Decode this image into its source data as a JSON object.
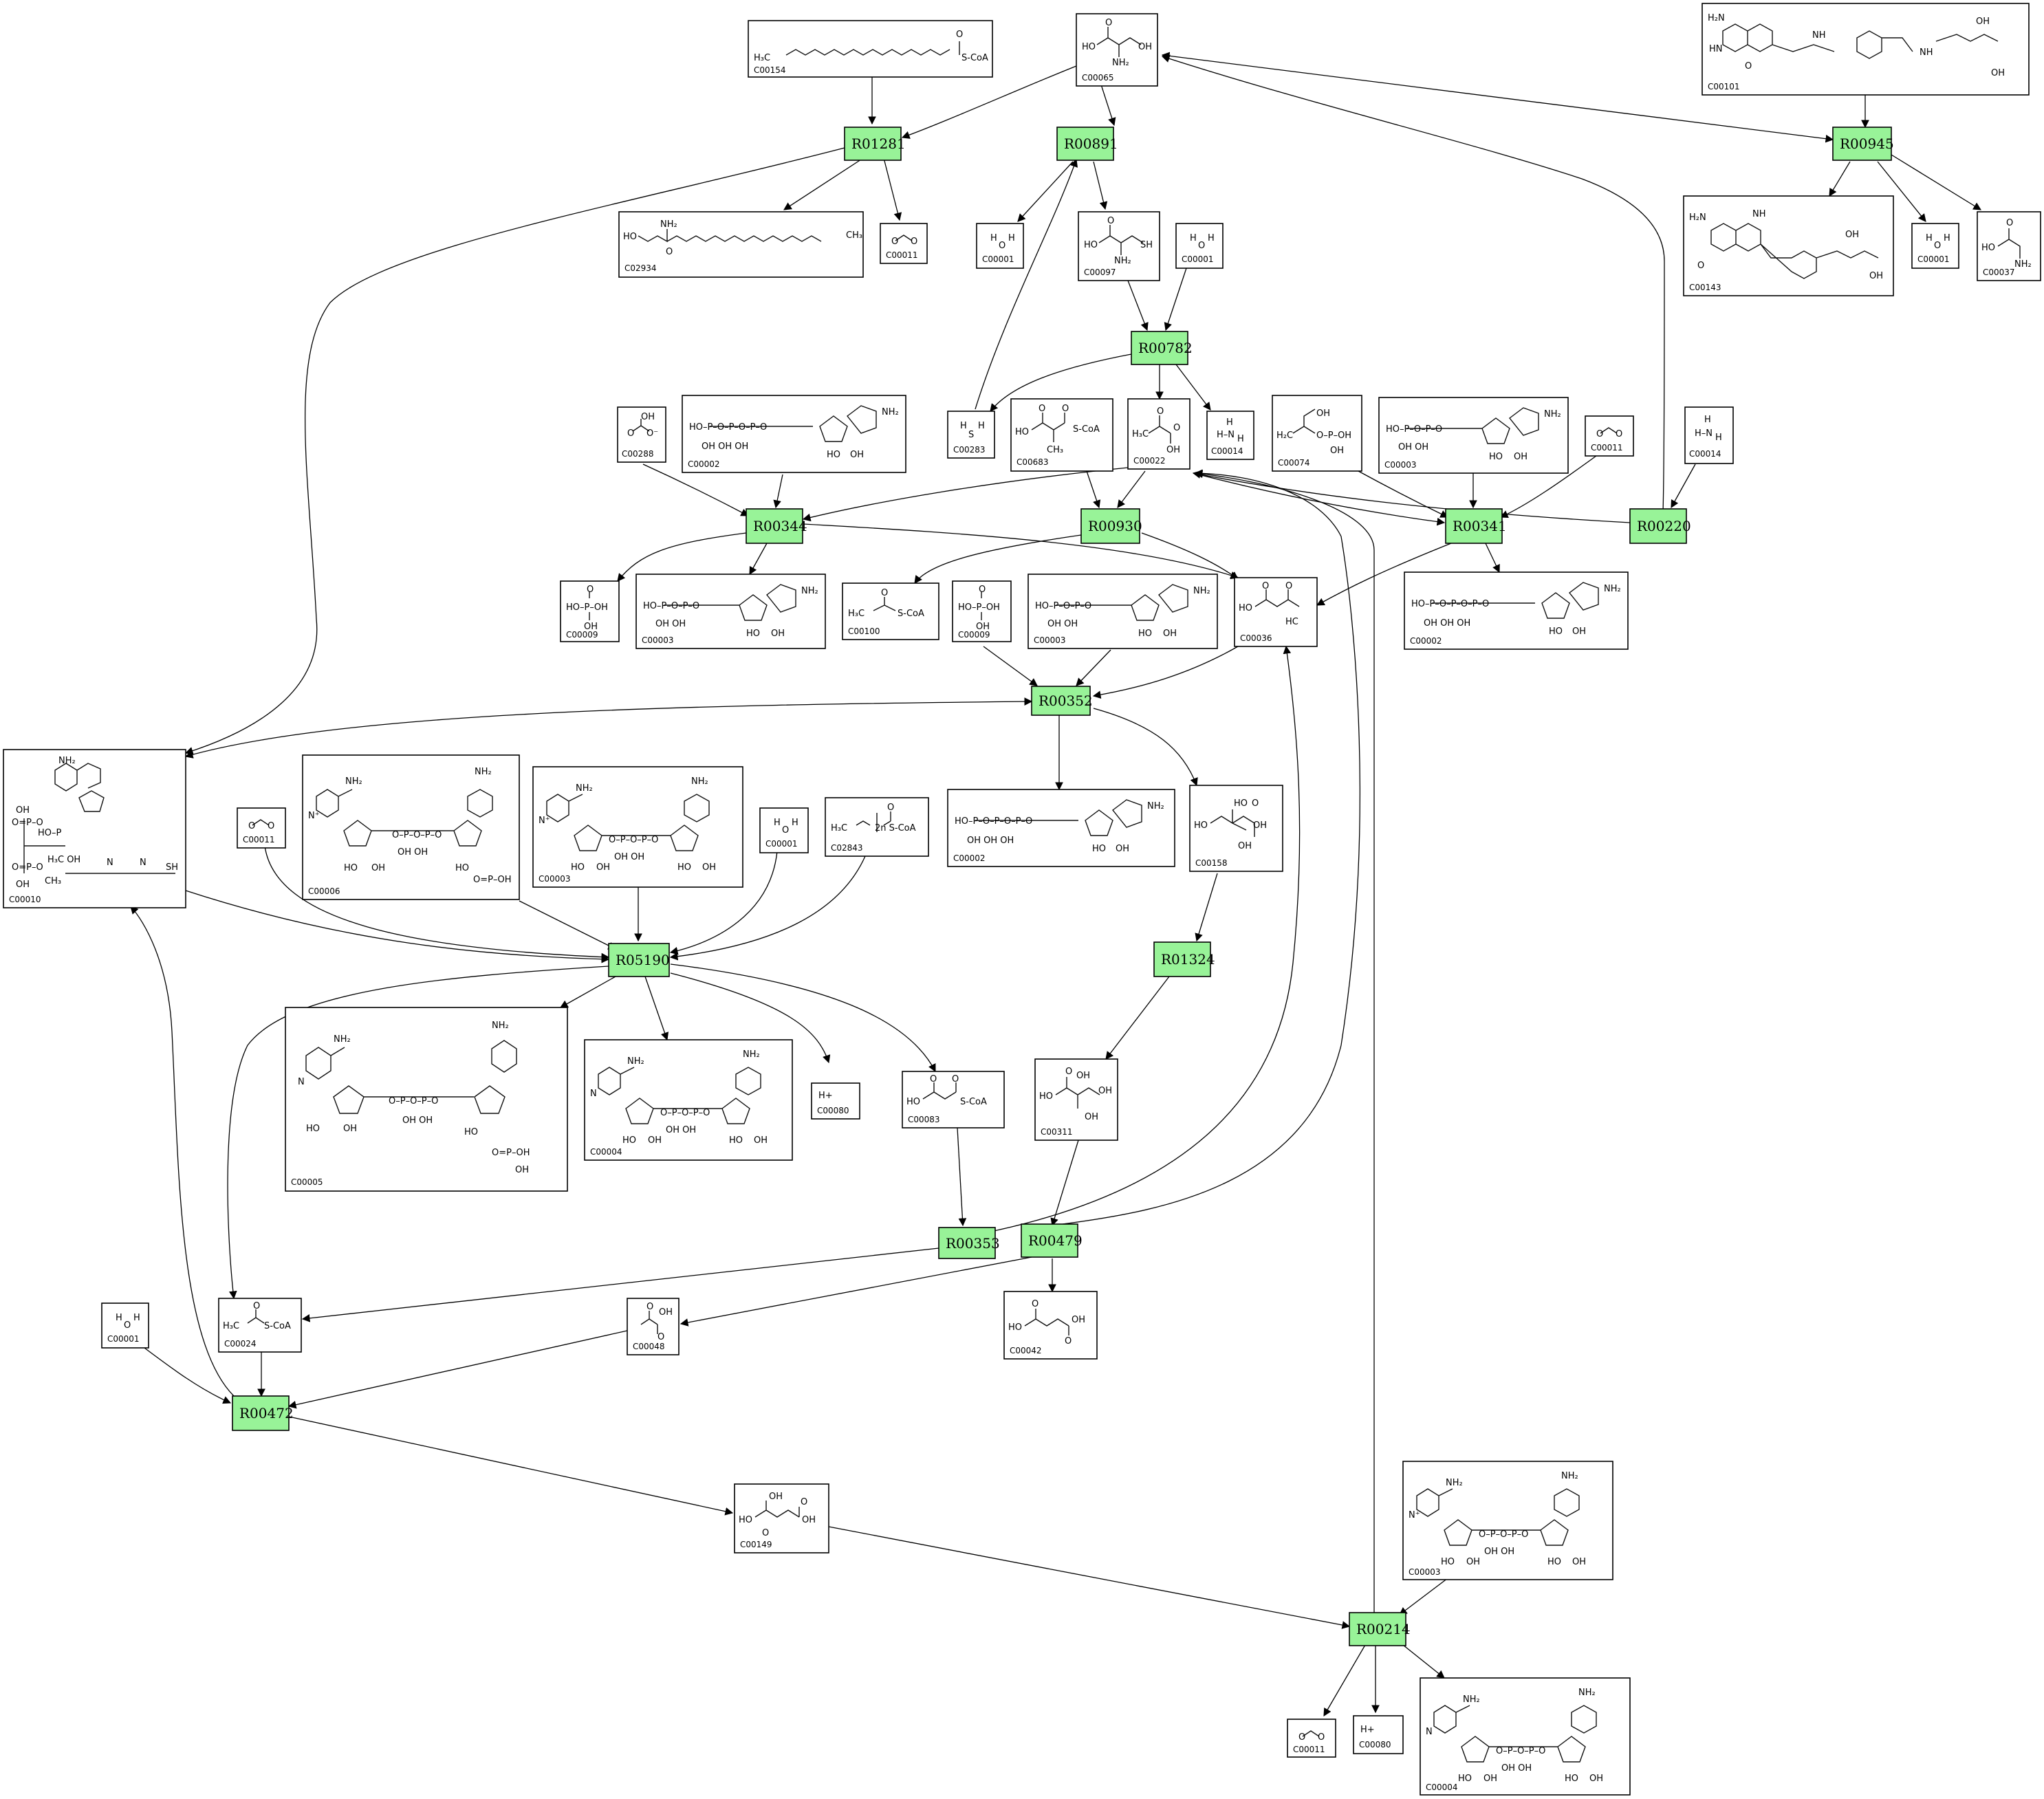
{
  "colors": {
    "reaction_fill": "#98f398",
    "edge": "#000000",
    "compound_border": "#000000"
  },
  "compounds": {
    "c_154": {
      "id": "C00154",
      "formula": "S-CoA"
    },
    "c_65": {
      "id": "C00065",
      "formula": ""
    },
    "c_101": {
      "id": "C00101",
      "formula": ""
    },
    "c_2934": {
      "id": "C02934",
      "formula": ""
    },
    "c_11a": {
      "id": "C00011",
      "formula": ""
    },
    "c_1a": {
      "id": "C00001",
      "formula": ""
    },
    "c_97": {
      "id": "C00097",
      "formula": "SH"
    },
    "c_1b": {
      "id": "C00001",
      "formula": ""
    },
    "c_143": {
      "id": "C00143",
      "formula": ""
    },
    "c_1c": {
      "id": "C00001",
      "formula": ""
    },
    "c_37": {
      "id": "C00037",
      "formula": ""
    },
    "c_288": {
      "id": "C00288",
      "formula": ""
    },
    "c_2a": {
      "id": "C00002",
      "formula": ""
    },
    "c_283": {
      "id": "C00283",
      "formula": ""
    },
    "c_683": {
      "id": "C00683",
      "formula": "S-CoA"
    },
    "c_22": {
      "id": "C00022",
      "formula": ""
    },
    "c_14a": {
      "id": "C00014",
      "formula": ""
    },
    "c_74": {
      "id": "C00074",
      "formula": ""
    },
    "c_3a": {
      "id": "C00003",
      "formula": ""
    },
    "c_11b": {
      "id": "C00011",
      "formula": ""
    },
    "c_14b": {
      "id": "C00014",
      "formula": ""
    },
    "c_9a": {
      "id": "C00009",
      "formula": ""
    },
    "c_3b": {
      "id": "C00003",
      "formula": ""
    },
    "c_100": {
      "id": "C00100",
      "formula": "S-CoA"
    },
    "c_9b": {
      "id": "C00009",
      "formula": ""
    },
    "c_3c": {
      "id": "C00003",
      "formula": ""
    },
    "c_36": {
      "id": "C00036",
      "formula": ""
    },
    "c_2b": {
      "id": "C00002",
      "formula": ""
    },
    "c_10": {
      "id": "C00010",
      "formula": "SH"
    },
    "c_11c": {
      "id": "C00011",
      "formula": ""
    },
    "c_6": {
      "id": "C00006",
      "formula": ""
    },
    "c_3d": {
      "id": "C00003",
      "formula": ""
    },
    "c_1d": {
      "id": "C00001",
      "formula": ""
    },
    "c_2843": {
      "id": "C02843",
      "formula": "2n S-CoA"
    },
    "c_2c": {
      "id": "C00002",
      "formula": ""
    },
    "c_158": {
      "id": "C00158",
      "formula": ""
    },
    "c_5": {
      "id": "C00005",
      "formula": ""
    },
    "c_4a": {
      "id": "C00004",
      "formula": ""
    },
    "c_80a": {
      "id": "C00080",
      "formula": "H+"
    },
    "c_83": {
      "id": "C00083",
      "formula": "S-CoA"
    },
    "c_311": {
      "id": "C00311",
      "formula": ""
    },
    "c_1e": {
      "id": "C00001",
      "formula": ""
    },
    "c_24": {
      "id": "C00024",
      "formula": "S-CoA"
    },
    "c_48": {
      "id": "C00048",
      "formula": ""
    },
    "c_42": {
      "id": "C00042",
      "formula": ""
    },
    "c_149": {
      "id": "C00149",
      "formula": ""
    },
    "c_3e": {
      "id": "C00003",
      "formula": ""
    },
    "c_11d": {
      "id": "C00011",
      "formula": ""
    },
    "c_80b": {
      "id": "C00080",
      "formula": "H+"
    },
    "c_4b": {
      "id": "C00004",
      "formula": ""
    }
  },
  "reactions": {
    "r_1281": "R01281",
    "r_891": "R00891",
    "r_945": "R00945",
    "r_782": "R00782",
    "r_344": "R00344",
    "r_930": "R00930",
    "r_341": "R00341",
    "r_220": "R00220",
    "r_352": "R00352",
    "r_5190": "R05190",
    "r_1324": "R01324",
    "r_353": "R00353",
    "r_479": "R00479",
    "r_472": "R00472",
    "r_214": "R00214"
  }
}
